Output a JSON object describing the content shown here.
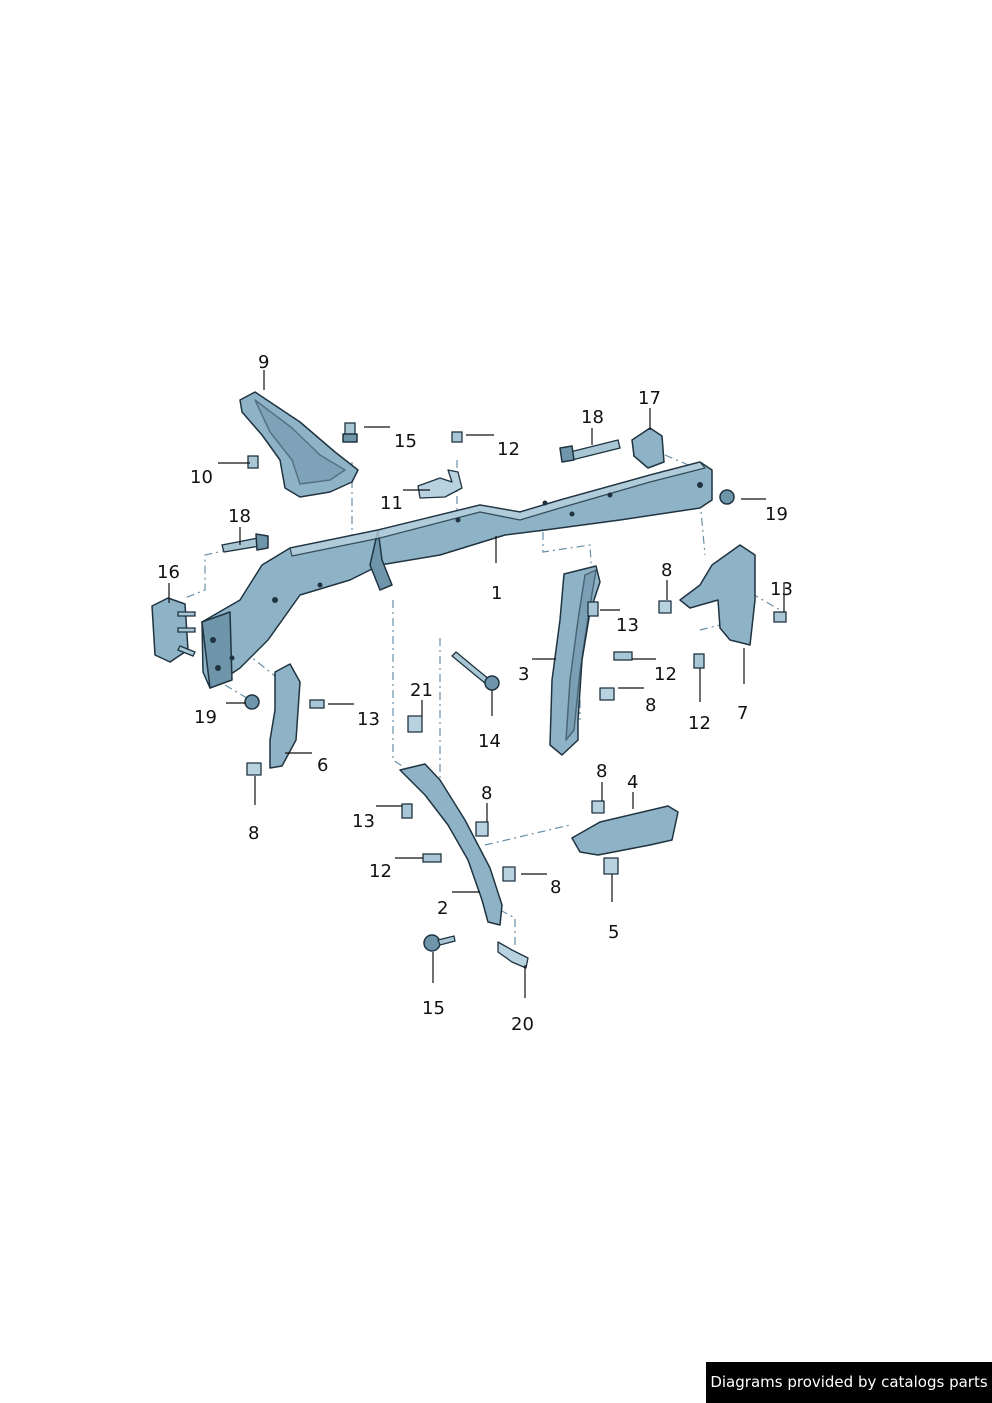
{
  "diagram": {
    "callouts": {
      "c1": "1",
      "c2": "2",
      "c3": "3",
      "c4": "4",
      "c5": "5",
      "c6": "6",
      "c7": "7",
      "c8a": "8",
      "c8b": "8",
      "c8c": "8",
      "c8d": "8",
      "c8e": "8",
      "c8f": "8",
      "c9": "9",
      "c10": "10",
      "c11": "11",
      "c12a": "12",
      "c12b": "12",
      "c12c": "12",
      "c12d": "12",
      "c13a": "13",
      "c13b": "13",
      "c13c": "13",
      "c13d": "13",
      "c14": "14",
      "c15a": "15",
      "c15b": "15",
      "c16": "16",
      "c17": "17",
      "c18a": "18",
      "c18b": "18",
      "c19a": "19",
      "c19b": "19",
      "c20": "20",
      "c21": "21"
    }
  },
  "footer": {
    "text": "Diagrams provided by catalogs parts"
  },
  "colors": {
    "part_fill": "#8fb3c6",
    "outline": "#1f3340",
    "footer_bg": "#000000",
    "footer_text": "#ffffff"
  }
}
